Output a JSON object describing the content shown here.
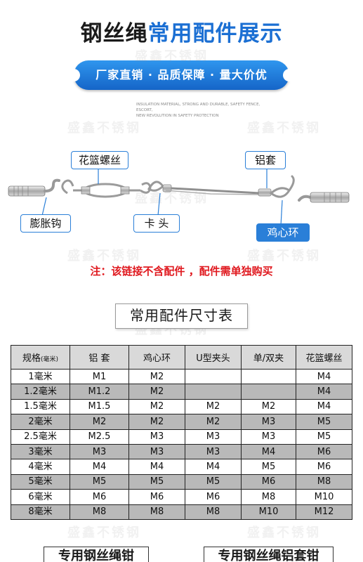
{
  "header": {
    "title_dark": "钢丝绳",
    "title_blue": "常用配件展示",
    "ribbon": "厂家直销 · 品质保障 · 量大价优",
    "tagline_1": "INSULATION MATERIAL, STRONG AND DURABLE, SAFETY FENCE, ESCORT,",
    "tagline_2": "NEW REVOLUTION IN SAFETY PROTECTION"
  },
  "watermark": "盛鑫不锈钢",
  "diagram": {
    "callouts": {
      "turnbuckle": "花篮螺丝",
      "ferrule": "铝套",
      "expansion_hook": "膨胀钩",
      "clip": "卡 头",
      "thimble": "鸡心环"
    }
  },
  "note": "注：该链接不含配件 ，配件需单独购买",
  "table": {
    "title": "常用配件尺寸表",
    "header": {
      "spec_main": "规格",
      "spec_unit": "(毫米)",
      "ferrule": "铝 套",
      "thimble": "鸡心环",
      "u_clip": "U型夹头",
      "single_double_clip": "单/双夹",
      "turnbuckle": "花篮螺丝"
    },
    "rows": [
      [
        "1毫米",
        "M1",
        "M2",
        "",
        "",
        "M4"
      ],
      [
        "1.2毫米",
        "M1.2",
        "M2",
        "",
        "",
        "M4"
      ],
      [
        "1.5毫米",
        "M1.5",
        "M2",
        "M2",
        "M2",
        "M4"
      ],
      [
        "2毫米",
        "M2",
        "M2",
        "M2",
        "M3",
        "M5"
      ],
      [
        "2.5毫米",
        "M2.5",
        "M3",
        "M3",
        "M3",
        "M5"
      ],
      [
        "3毫米",
        "M3",
        "M3",
        "M3",
        "M4",
        "M6"
      ],
      [
        "4毫米",
        "M4",
        "M4",
        "M4",
        "M5",
        "M6"
      ],
      [
        "5毫米",
        "M5",
        "M5",
        "M5",
        "M6",
        "M8"
      ],
      [
        "6毫米",
        "M6",
        "M6",
        "M6",
        "M8",
        "M10"
      ],
      [
        "8毫米",
        "M8",
        "M8",
        "M8",
        "M10",
        "M12"
      ]
    ]
  },
  "bottom_tabs": {
    "left": "专用钢丝绳钳",
    "right": "专用钢丝绳铝套钳"
  },
  "colors": {
    "brand_blue": "#1b6fd3",
    "note_red": "#e0191f",
    "row_dark": "#b9b9b9"
  }
}
